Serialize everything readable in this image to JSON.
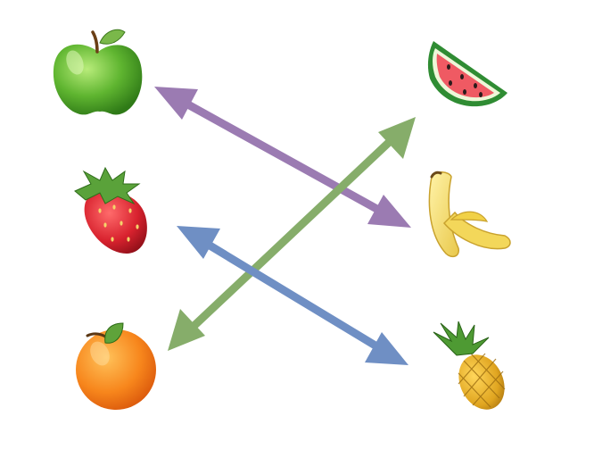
{
  "diagram": {
    "type": "matching-arrows",
    "left_items": [
      {
        "id": "apple",
        "icon": "green-apple-icon"
      },
      {
        "id": "strawberry",
        "icon": "strawberry-icon"
      },
      {
        "id": "orange",
        "icon": "orange-icon"
      }
    ],
    "right_items": [
      {
        "id": "watermelon",
        "icon": "watermelon-icon"
      },
      {
        "id": "banana",
        "icon": "banana-icon"
      },
      {
        "id": "pineapple",
        "icon": "pineapple-icon"
      }
    ],
    "connections": [
      {
        "from": "apple",
        "to": "banana",
        "color": "#9b7bb2",
        "style": "double-headed-arrow"
      },
      {
        "from": "orange",
        "to": "watermelon",
        "color": "#86ad6a",
        "style": "double-headed-arrow"
      },
      {
        "from": "strawberry",
        "to": "pineapple",
        "color": "#6f8fc4",
        "style": "double-headed-arrow"
      }
    ],
    "background": "#ffffff"
  }
}
